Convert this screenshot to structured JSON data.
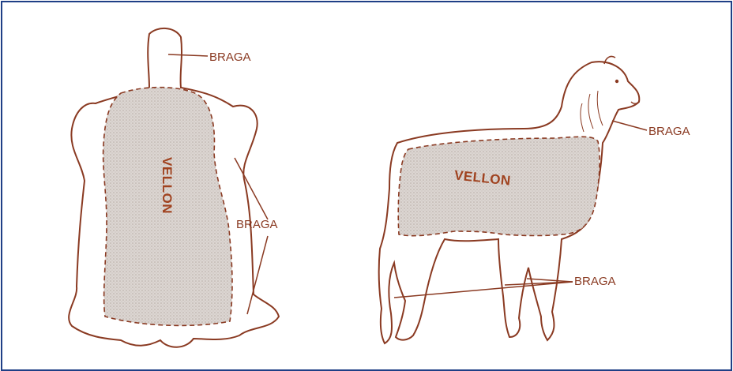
{
  "colors": {
    "frame_border": "#1f3f86",
    "outline": "#8a3a22",
    "fleece_fill": "#d8d0cc",
    "label_text": "#8a3a22",
    "vellon_text": "#a0421f"
  },
  "pelt": {
    "vellon_label": "VELLON",
    "braga_top_label": "BRAGA",
    "braga_side_label": "BRAGA"
  },
  "alpaca": {
    "vellon_label": "VELLON",
    "braga_neck_label": "BRAGA",
    "braga_legs_label": "BRAGA"
  }
}
